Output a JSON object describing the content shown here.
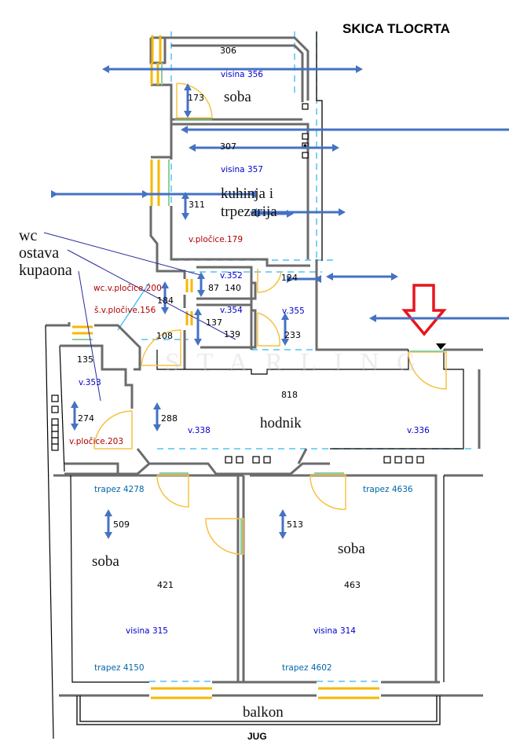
{
  "title": "SKICA TLOCRTA",
  "orientation_label": "JUG",
  "watermark": "STARLING",
  "legend": [
    "wc",
    "ostava",
    "kupaona"
  ],
  "colors": {
    "walls": "#6b6b6b",
    "dimension_arrows": "#4472c4",
    "height_labels": "#0000cc",
    "tile_labels": "#b00000",
    "area_labels": "#0066aa",
    "windows": "#f5b800",
    "entrance_arrow": "#e8141c",
    "helper_lines": "#4fc3f7"
  },
  "rooms": {
    "top_room": {
      "name": "soba",
      "width": "306",
      "depth": "173",
      "height": "visina 356"
    },
    "kitchen": {
      "name_line1": "kuhinja i",
      "name_line2": "trpezarija",
      "width": "307",
      "depth": "311",
      "height": "visina 357",
      "tiles": "v.pločice.179"
    },
    "wc": {
      "height": "v.352",
      "depth": "87",
      "width": "140",
      "tiles": "wc.v.pločice.200"
    },
    "storage": {
      "height": "v.354",
      "depth": "137",
      "width": "139",
      "tiles": "š.v.pločive.156"
    },
    "passage": {
      "height": "v.355",
      "width": "124",
      "depth": "233"
    },
    "bathroom": {
      "height": "v.353",
      "width": "135",
      "depth": "274",
      "tiles": "v.pločice.203"
    },
    "small_dims": {
      "a": "184",
      "b": "108"
    },
    "hallway": {
      "name": "hodnik",
      "width": "818",
      "depth": "288",
      "height_left": "v.338",
      "height_right": "v.336"
    },
    "room_sw": {
      "name": "soba",
      "depth": "509",
      "width": "421",
      "height": "visina 315",
      "trapez_top": "trapez 4278",
      "trapez_bottom": "trapez 4150"
    },
    "room_se": {
      "name": "soba",
      "depth": "513",
      "width": "463",
      "height": "visina 314",
      "trapez_top": "trapez 4636",
      "trapez_bottom": "trapez 4602"
    },
    "balcony": {
      "name": "balkon"
    }
  }
}
